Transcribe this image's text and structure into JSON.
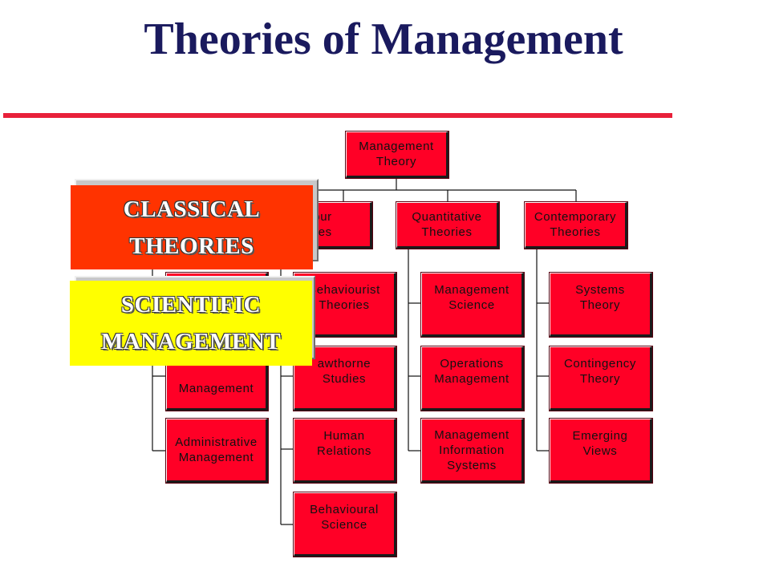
{
  "title": "Theories of Management",
  "colors": {
    "title": "#1a1a5e",
    "rule": "#e8203a",
    "node_fill": "#ff0026",
    "classical_fill": "#ff3300",
    "scientific_fill": "#ffff00"
  },
  "root": {
    "line1": "Management",
    "line2": "Theory"
  },
  "categories": {
    "behavioural": {
      "line1": "viour",
      "line2": "ories"
    },
    "quantitative": {
      "line1": "Quantitative",
      "line2": "Theories"
    },
    "contemporary": {
      "line1": "Contemporary",
      "line2": "Theories"
    }
  },
  "classical_children": {
    "c2": {
      "line1": "Management"
    },
    "c3": {
      "line1": "Administrative",
      "line2": "Management"
    }
  },
  "behavioural_children": {
    "b1": {
      "line1": "Behaviourist",
      "line2": "Theories"
    },
    "b2": {
      "line1": "awthorne",
      "line2": "Studies"
    },
    "b3": {
      "line1": "Human",
      "line2": "Relations"
    },
    "b4": {
      "line1": "Behavioural",
      "line2": "Science"
    }
  },
  "quantitative_children": {
    "q1": {
      "line1": "Management",
      "line2": "Science"
    },
    "q2": {
      "line1": "Operations",
      "line2": "Management"
    },
    "q3": {
      "line1": "Management",
      "line2": "Information",
      "line3": "Systems"
    }
  },
  "contemporary_children": {
    "t1": {
      "line1": "Systems",
      "line2": "Theory"
    },
    "t2": {
      "line1": "Contingency",
      "line2": "Theory"
    },
    "t3": {
      "line1": "Emerging",
      "line2": "Views"
    }
  },
  "overlays": {
    "classical": {
      "line1": "CLASSICAL",
      "line2": "THEORIES"
    },
    "scientific": {
      "line1": "SCIENTIFIC",
      "line2": "MANAGEMENT"
    }
  }
}
